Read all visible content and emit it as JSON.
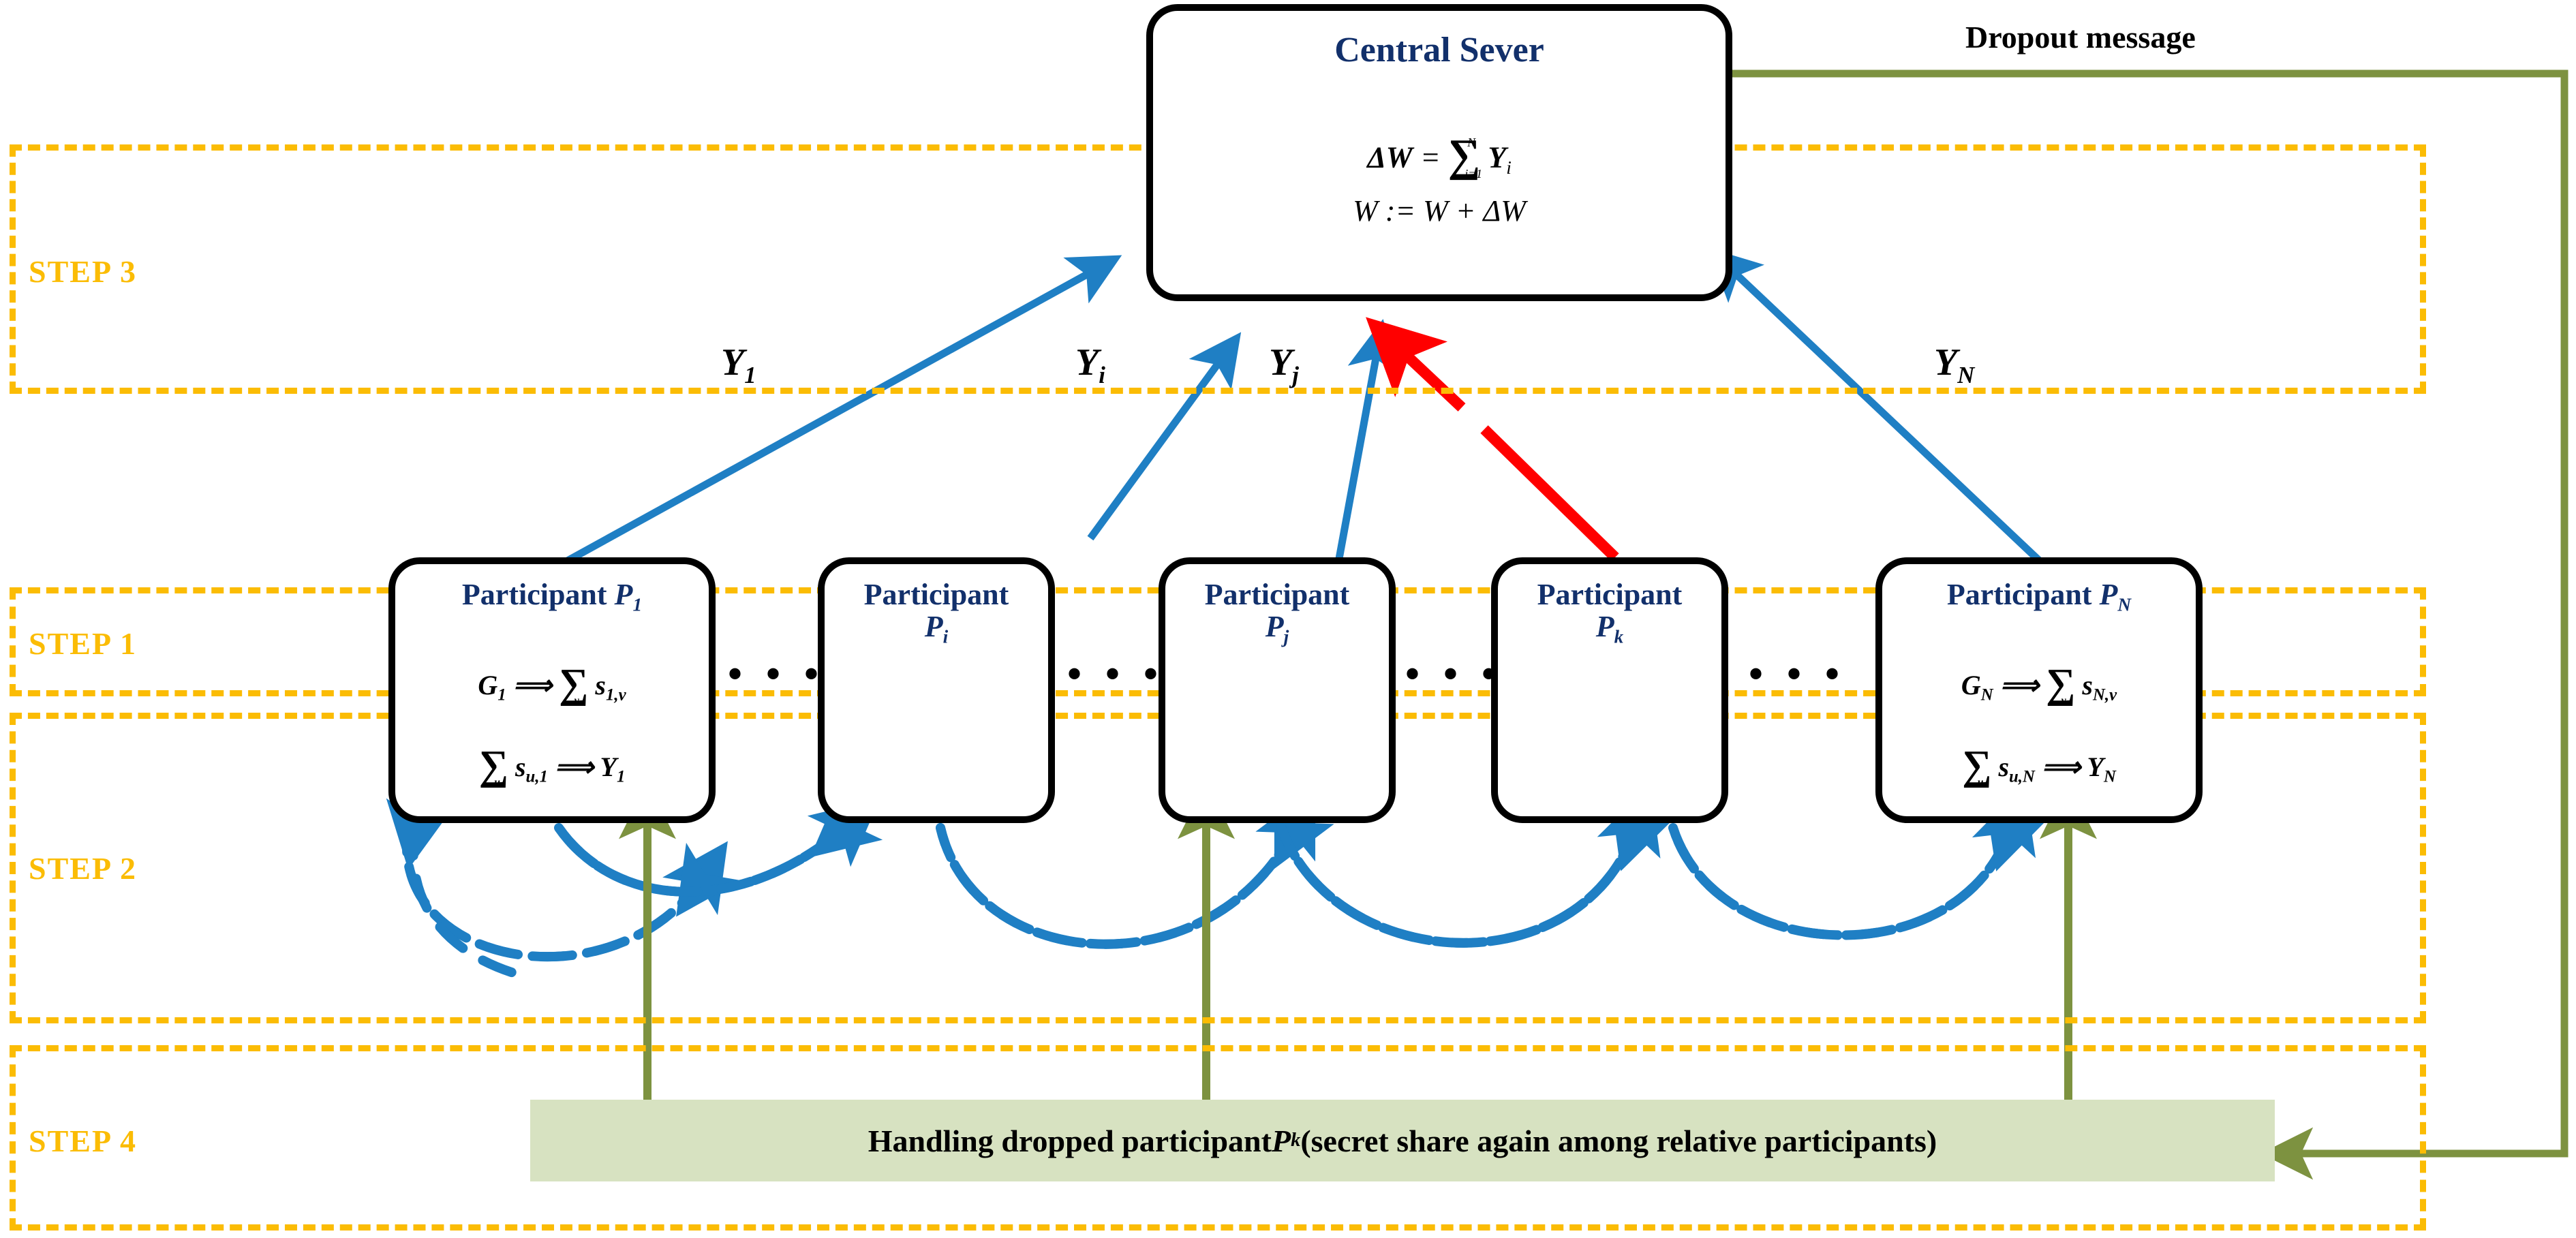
{
  "diagram": {
    "title": "Federated learning secure aggregation with dropout handling",
    "colors": {
      "step_band": "#FBBC04",
      "box_border": "#000000",
      "title_blue": "#12306B",
      "arrow_blue": "#1F7FC4",
      "arrow_red": "#FF0000",
      "arrow_olive": "#7D9240",
      "green_band": "#D7E2C1"
    }
  },
  "steps": [
    {
      "id": "step3",
      "label": "STEP 3"
    },
    {
      "id": "step1",
      "label": "STEP 1"
    },
    {
      "id": "step2",
      "label": "STEP 2"
    },
    {
      "id": "step4",
      "label": "STEP 4"
    }
  ],
  "server": {
    "title": "Central Sever",
    "equation_1": {
      "lhs": "ΔW",
      "op": "=",
      "sum": "∑",
      "sum_lower": "i=1",
      "sum_upper": "N",
      "term": "Y",
      "term_sub": "i"
    },
    "equation_2": "W := W + ΔW"
  },
  "participants": [
    {
      "id": "p1",
      "title_line1": "Participant",
      "title_sub": "P",
      "title_sub_index": "1",
      "title_inline": true,
      "eq_top": {
        "lhs": "G",
        "lhs_sub": "1",
        "arrow": "⟹",
        "sum": "∑",
        "sum_sub": "v",
        "term": "s",
        "term_sub": "1,v"
      },
      "eq_bottom": {
        "sum": "∑",
        "sum_sub": "u",
        "term": "s",
        "term_sub": "u,1",
        "arrow": "⟹",
        "rhs": "Y",
        "rhs_sub": "1"
      },
      "has_equations": true
    },
    {
      "id": "pi",
      "title_line1": "Participant",
      "title_sub": "P",
      "title_sub_index": "i",
      "title_inline": false,
      "has_equations": false
    },
    {
      "id": "pj",
      "title_line1": "Participant",
      "title_sub": "P",
      "title_sub_index": "j",
      "title_inline": false,
      "has_equations": false
    },
    {
      "id": "pk",
      "title_line1": "Participant",
      "title_sub": "P",
      "title_sub_index": "k",
      "title_inline": false,
      "has_equations": false
    },
    {
      "id": "pN",
      "title_line1": "Participant",
      "title_sub": "P",
      "title_sub_index": "N",
      "title_inline": true,
      "eq_top": {
        "lhs": "G",
        "lhs_sub": "N",
        "arrow": "⟹",
        "sum": "∑",
        "sum_sub": "v",
        "term": "s",
        "term_sub": "N,v"
      },
      "eq_bottom": {
        "sum": "∑",
        "sum_sub": "u",
        "term": "s",
        "term_sub": "u,N",
        "arrow": "⟹",
        "rhs": "Y",
        "rhs_sub": "N"
      },
      "has_equations": true
    }
  ],
  "ellipses": [
    {
      "id": "ell1",
      "text": "• • •"
    },
    {
      "id": "ell2",
      "text": "• • •"
    },
    {
      "id": "ell3",
      "text": "• • •"
    },
    {
      "id": "ell4",
      "text": "• • •"
    }
  ],
  "upload_labels": [
    {
      "id": "y1",
      "base": "Y",
      "sub": "1"
    },
    {
      "id": "yi",
      "base": "Y",
      "sub": "i"
    },
    {
      "id": "yj",
      "base": "Y",
      "sub": "j"
    },
    {
      "id": "yN",
      "base": "Y",
      "sub": "N"
    }
  ],
  "dropout": {
    "label": "Dropout message"
  },
  "step4_band": {
    "text_before": "Handling dropped participant ",
    "symbol": "P",
    "symbol_sub": "k",
    "text_after": " (secret share again among relative participants)"
  }
}
